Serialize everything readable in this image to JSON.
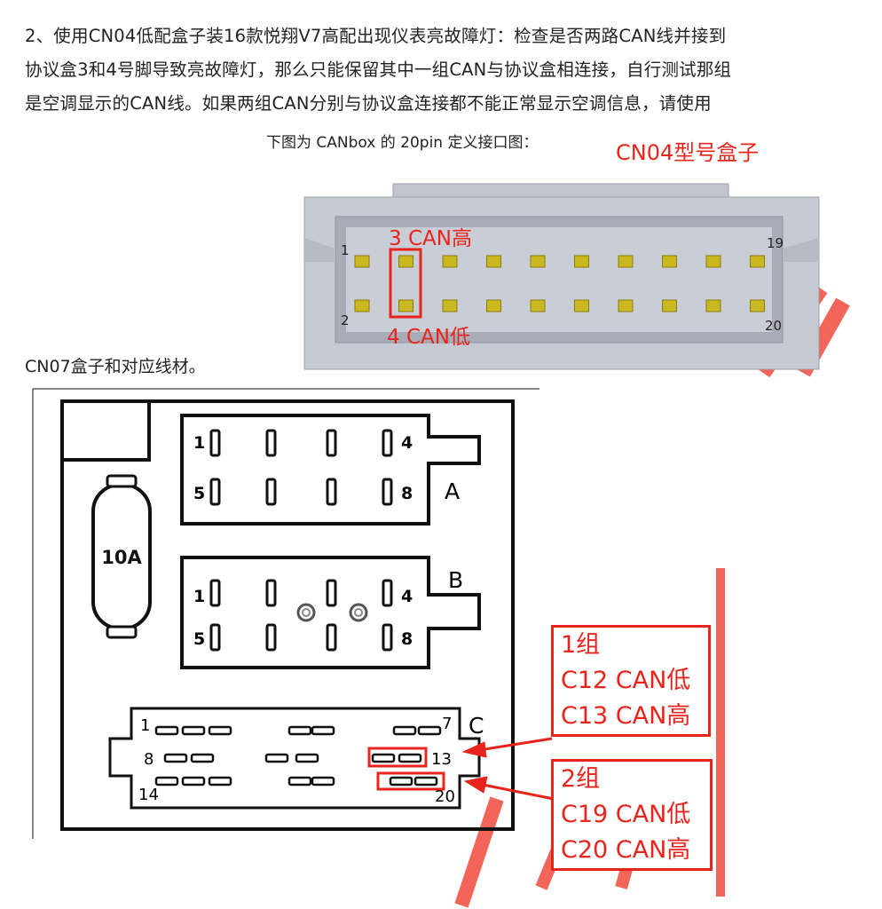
{
  "paragraph": {
    "line1": "2、使用CN04低配盒子装16款悦翔V7高配出现仪表亮故障灯：检查是否两路CAN线并接到",
    "line2": "协议盒3和4号脚导致亮故障灯，那么只能保留其中一组CAN与协议盒相连接，自行测试那组",
    "line3": "是空调显示的CAN线。如果两组CAN分别与协议盒连接都不能正常显示空调信息，请使用"
  },
  "cn04": {
    "caption": "下图为 CANbox 的 20pin 定义接口图：",
    "title": "CN04型号盒子",
    "pin1": "1",
    "pin2": "2",
    "pin19": "19",
    "pin20": "20",
    "can_high": "3 CAN高",
    "can_low": "4 CAN低",
    "colors": {
      "body": "#c8ccd4",
      "pin": "#c9b820",
      "highlight": "#e8241c"
    }
  },
  "cn07": {
    "label": "CN07盒子和对应线材。",
    "fuse": "10A",
    "block_a": {
      "name": "A",
      "p1": "1",
      "p4": "4",
      "p5": "5",
      "p8": "8"
    },
    "block_b": {
      "name": "B",
      "p1": "1",
      "p4": "4",
      "p5": "5",
      "p8": "8"
    },
    "block_c": {
      "name": "C",
      "p1": "1",
      "p7": "7",
      "p8": "8",
      "p13": "13",
      "p14": "14",
      "p20": "20"
    },
    "group1": {
      "title": "1组",
      "low": "C12 CAN低",
      "high": "C13 CAN高"
    },
    "group2": {
      "title": "2组",
      "low": "C19 CAN低",
      "high": "C20 CAN高"
    }
  }
}
